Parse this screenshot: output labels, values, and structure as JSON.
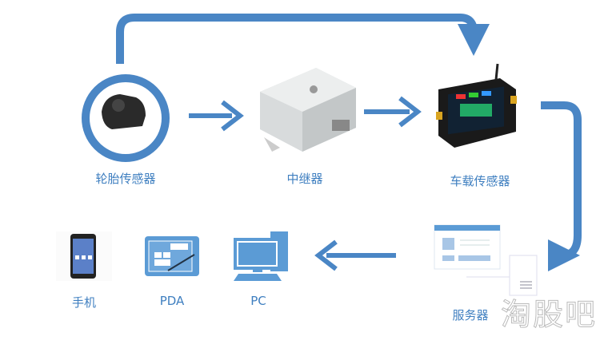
{
  "nodes": {
    "tire_sensor": "轮胎传感器",
    "repeater": "中继器",
    "vehicle_sensor": "车载传感器",
    "server": "服务器",
    "pc": "PC",
    "pda": "PDA",
    "phone": "手机"
  },
  "watermark": "淘股吧",
  "colors": {
    "arrow": "#4a86c5",
    "label": "#3f7fc0",
    "icon": "#5b9bd5"
  }
}
